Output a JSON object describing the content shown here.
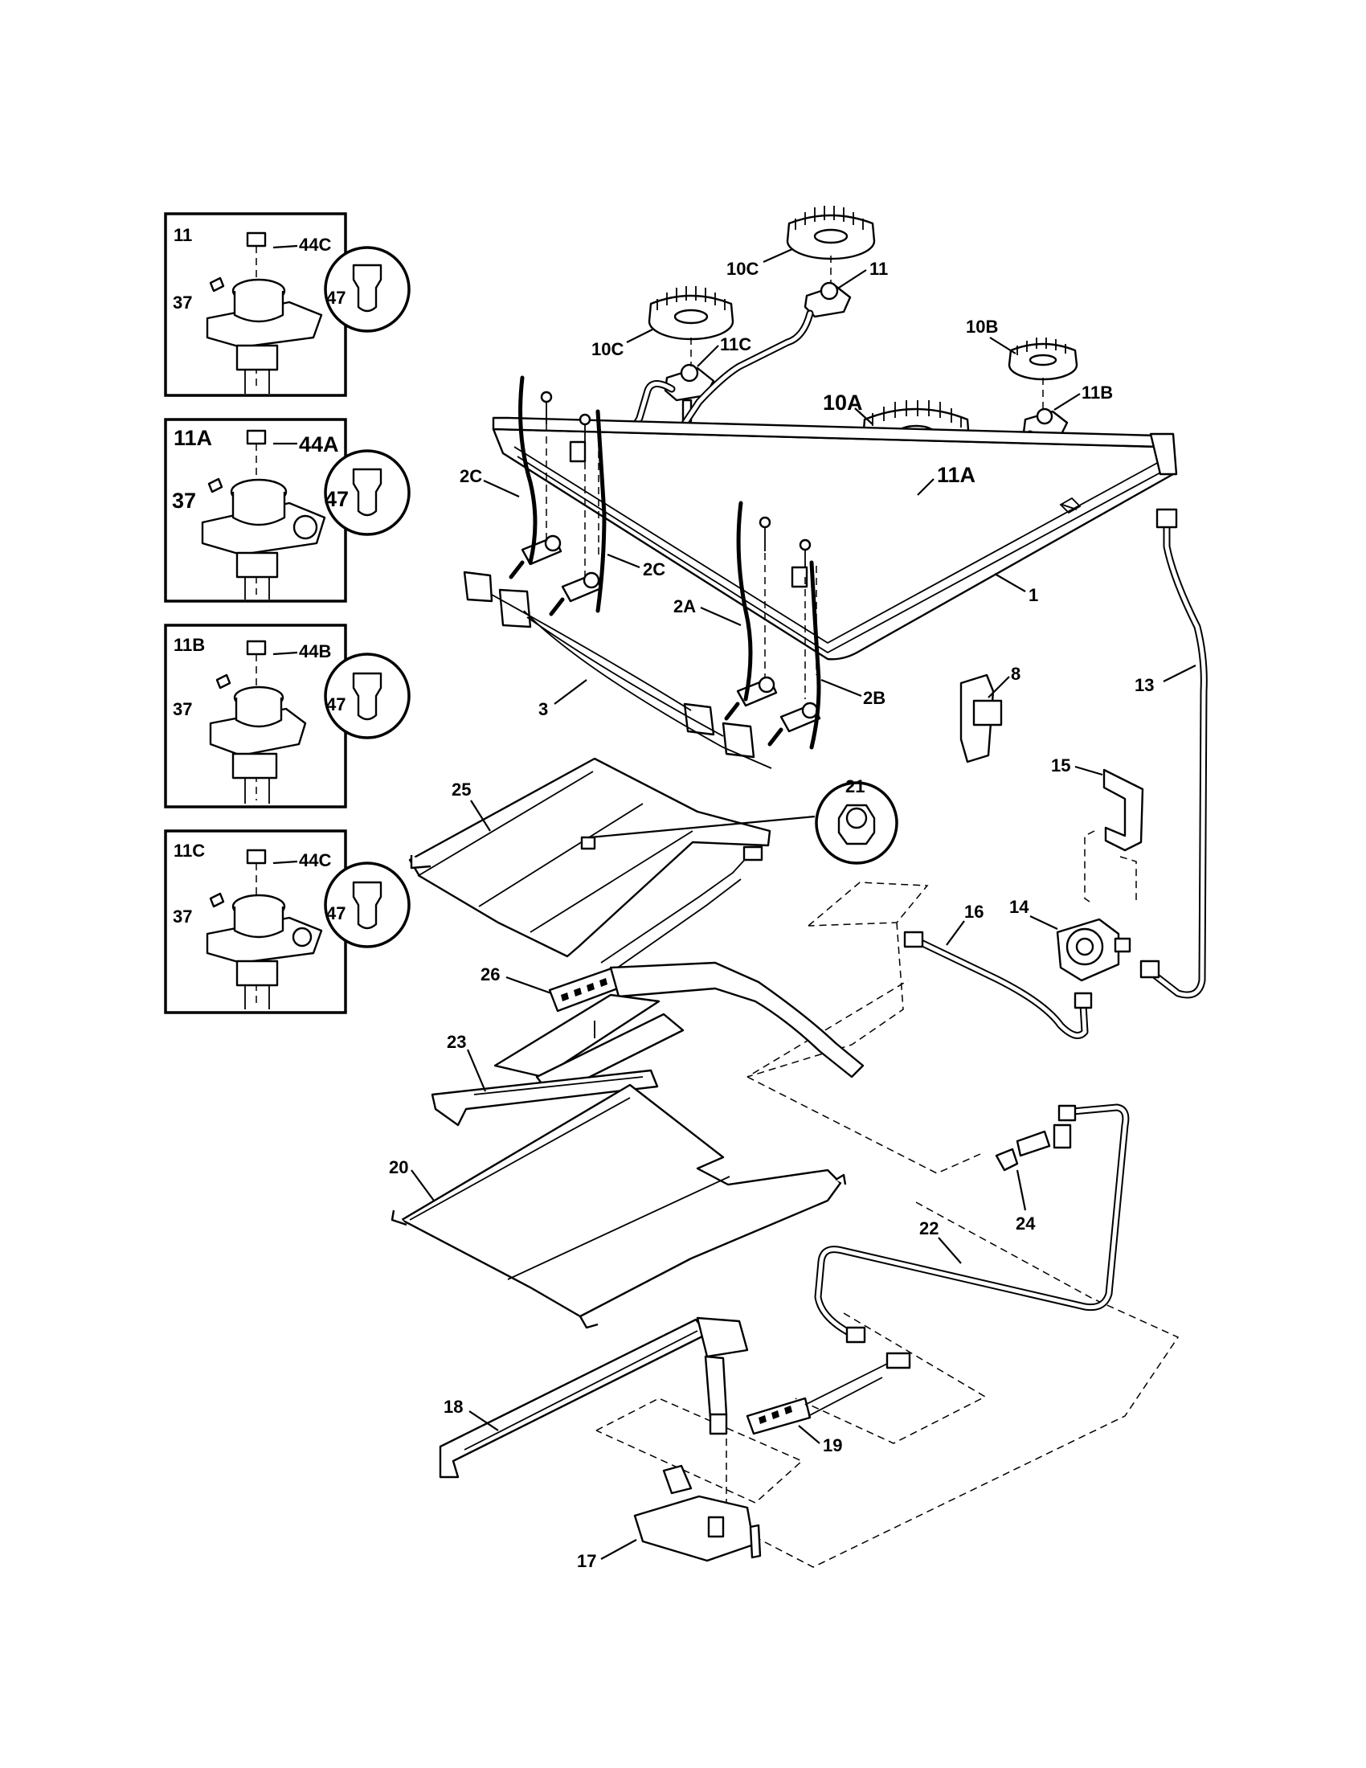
{
  "insets": [
    {
      "title": "11",
      "screw": "44C",
      "bolt": "37",
      "orifice": "47"
    },
    {
      "title": "11A",
      "screw": "44A",
      "bolt": "37",
      "orifice": "47"
    },
    {
      "title": "11B",
      "screw": "44B",
      "bolt": "37",
      "orifice": "47"
    },
    {
      "title": "11C",
      "screw": "44C",
      "bolt": "37",
      "orifice": "47"
    }
  ],
  "callouts": {
    "c10c_top": "10C",
    "c11_top": "11",
    "c10c_left": "10C",
    "c11c": "11C",
    "c10b": "10B",
    "c11b": "11B",
    "c10a": "10A",
    "c11a": "11A",
    "c2c_left": "2C",
    "c2c_right": "2C",
    "c2a": "2A",
    "c2b": "2B",
    "c1": "1",
    "c3": "3",
    "c8": "8",
    "c13": "13",
    "c15": "15",
    "c25": "25",
    "c21": "21",
    "c16": "16",
    "c14": "14",
    "c26": "26",
    "c23": "23",
    "c20": "20",
    "c24": "24",
    "c22": "22",
    "c18": "18",
    "c19": "19",
    "c17": "17"
  }
}
